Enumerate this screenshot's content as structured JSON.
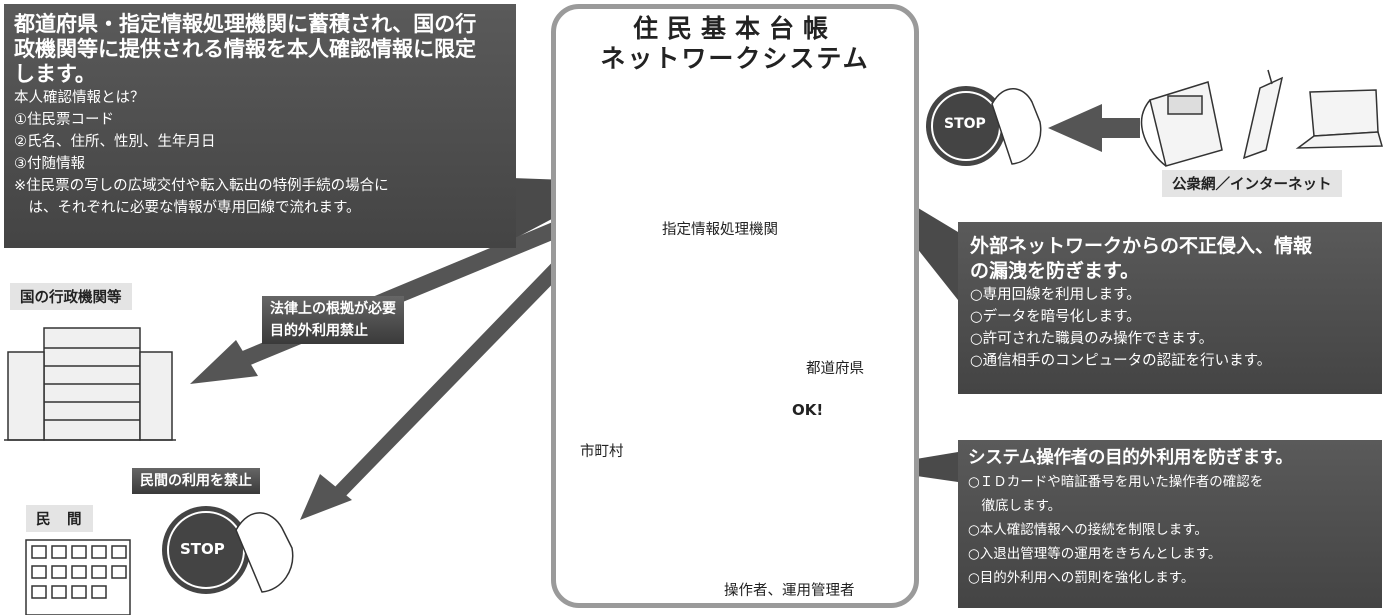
{
  "info_panel": {
    "title_lines": [
      "都道府県・指定情報処理機関に蓄積され、国の行",
      "政機関等に提供される情報を本人確認情報に限定",
      "します。"
    ],
    "lines": [
      "本人確認情報とは？",
      "①住民票コード",
      "②氏名、住所、性別、生年月日",
      "③付随情報",
      "※住民票の写しの広域交付や転入転出の特例手続の場合に",
      "　は、それぞれに必要な情報が専用回線で流れます。"
    ]
  },
  "system": {
    "title_lines": [
      "住民基本台帳",
      "ネットワークシステム"
    ],
    "server_label": "指定情報処理機関",
    "prefecture_label": "都道府県",
    "municipality_label": "市町村",
    "operator_label": "操作者、運用管理者",
    "ok_text": "OK!"
  },
  "national": {
    "label": "国の行政機関等",
    "tag_lines": [
      "法律上の根拠が必要",
      "目的外利用禁止"
    ]
  },
  "private": {
    "label": "民　間",
    "tag": "民間の利用を禁止",
    "stop_text": "STOP"
  },
  "public_net": {
    "label": "公衆網／インターネット",
    "stop_text": "STOP"
  },
  "ext_panel": {
    "title_lines": [
      "外部ネットワークからの不正侵入、情報",
      "の漏洩を防ぎます。"
    ],
    "lines": [
      "○専用回線を利用します。",
      "○データを暗号化します。",
      "○許可された職員のみ操作できます。",
      "○通信相手のコンピュータの認証を行います。"
    ]
  },
  "ops_panel": {
    "title": "システム操作者の目的外利用を防ぎます。",
    "lines": [
      "○ＩＤカードや暗証番号を用いた操作者の確認を",
      "　徹底します。",
      "○本人確認情報への接続を制限します。",
      "○入退出管理等の運用をきちんとします。",
      "○目的外利用への罰則を強化します。"
    ]
  },
  "colors": {
    "panel": "#4a4a4a",
    "frame": "#9a9a9a",
    "arrow": "#555555"
  }
}
